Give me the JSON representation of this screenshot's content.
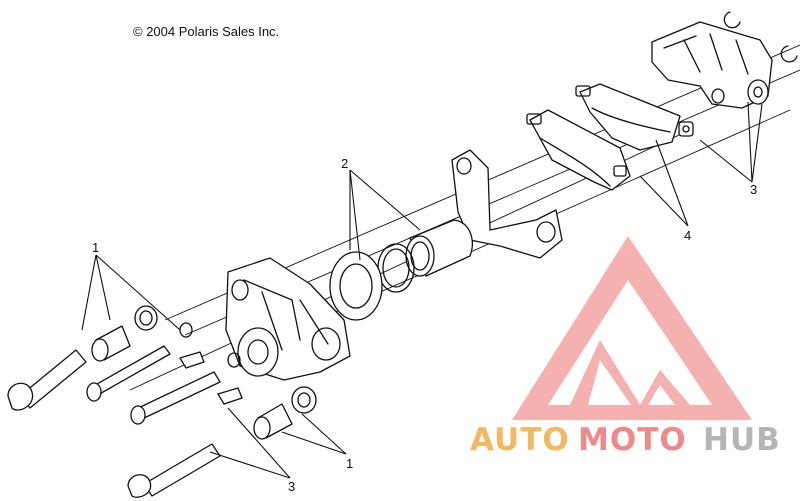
{
  "copyright": "© 2004 Polaris Sales Inc.",
  "callouts": {
    "c1_top": "1",
    "c1_bottom": "1",
    "c2": "2",
    "c3_right": "3",
    "c3_bottom": "3",
    "c4": "4"
  },
  "watermark": {
    "part1": "AUTO",
    "part2": "MOTO",
    "part3": "HUB",
    "color_red": "#f08080",
    "color_orange": "#f4b860",
    "color_gray": "#b9b9b9"
  }
}
